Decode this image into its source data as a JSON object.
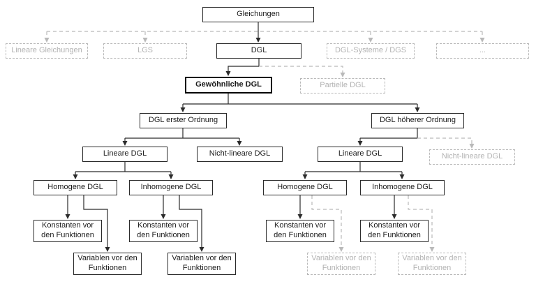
{
  "diagram": {
    "title": "Gleichungen classification tree",
    "colors": {
      "line": "#2b2b2b",
      "inactive": "#b3b3b3",
      "box_background": "#ffffff",
      "emphasis_border": "#000000"
    },
    "nodes": {
      "gleichungen": "Gleichungen",
      "lineare_gleichungen": "Lineare Gleichungen",
      "lgs": "LGS",
      "dgl": "DGL",
      "dgl_systeme": "DGL-Systeme / DGS",
      "weitere": "...",
      "gewoehnliche_dgl": "Gewöhnliche DGL",
      "partielle_dgl": "Partielle DGL",
      "dgl_erster_ordnung": "DGL erster Ordnung",
      "dgl_hoeherer_ordnung": "DGL höherer Ordnung",
      "lineare_dgl_links": "Lineare DGL",
      "nicht_lineare_dgl_links": "Nicht-lineare DGL",
      "lineare_dgl_rechts": "Lineare DGL",
      "nicht_lineare_dgl_rechts": "Nicht-lineare DGL",
      "homogene_dgl_links": "Homogene DGL",
      "inhomogene_dgl_links": "Inhomogene DGL",
      "homogene_dgl_rechts": "Homogene DGL",
      "inhomogene_dgl_rechts": "Inhomogene DGL",
      "konstanten_hom_links": "Konstanten vor den Funktionen",
      "konstanten_inhom_links": "Konstanten vor den Funktionen",
      "konstanten_hom_rechts": "Konstanten vor den Funktionen",
      "konstanten_inhom_rechts": "Konstanten vor den Funktionen",
      "variablen_hom_links": "Variablen vor den Funktionen",
      "variablen_inhom_links": "Variablen vor den Funktionen",
      "variablen_hom_rechts": "Variablen vor den Funktionen",
      "variablen_inhom_rechts": "Variablen vor den Funktionen"
    }
  }
}
